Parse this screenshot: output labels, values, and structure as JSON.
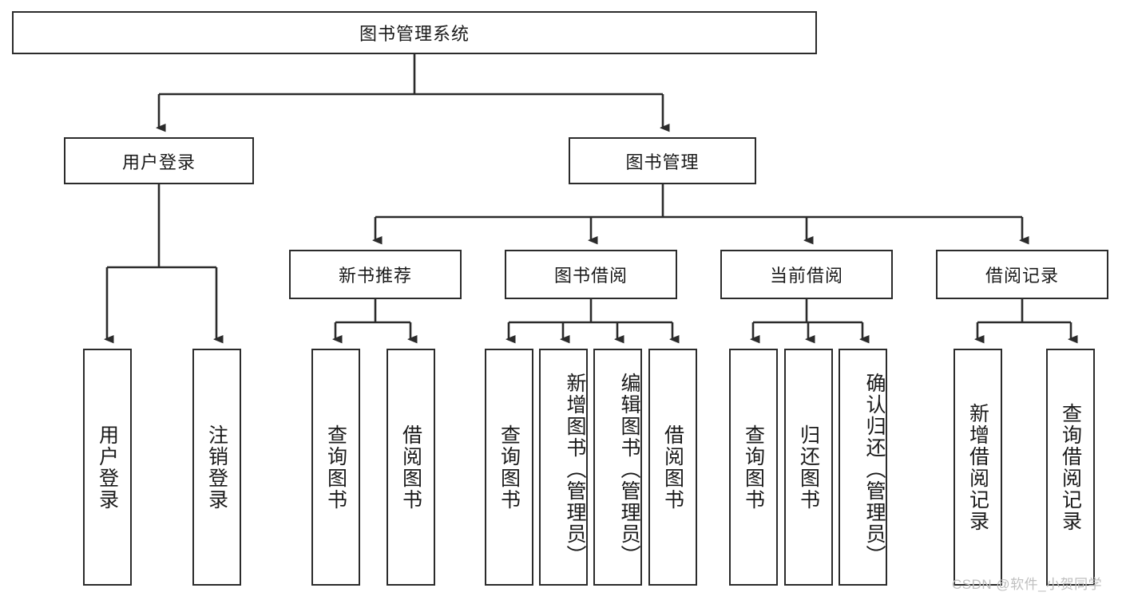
{
  "diagram": {
    "title": "图书管理系统",
    "type": "tree-hierarchy-diagram",
    "root": {
      "id": "root",
      "label": "图书管理系统"
    },
    "level2": [
      {
        "id": "user-login",
        "label": "用户登录"
      },
      {
        "id": "book-manage",
        "label": "图书管理"
      }
    ],
    "level3": [
      {
        "id": "new-book-recommend",
        "label": "新书推荐"
      },
      {
        "id": "book-borrow",
        "label": "图书借阅"
      },
      {
        "id": "current-borrow",
        "label": "当前借阅"
      },
      {
        "id": "borrow-record",
        "label": "借阅记录"
      }
    ],
    "leaves": [
      {
        "id": "leaf-user-login",
        "label": "用户登录"
      },
      {
        "id": "leaf-logout-login",
        "label": "注销登录"
      },
      {
        "id": "leaf-query-book-1",
        "label": "查询图书"
      },
      {
        "id": "leaf-borrow-book-1",
        "label": "借阅图书"
      },
      {
        "id": "leaf-query-book-2",
        "label": "查询图书"
      },
      {
        "id": "leaf-add-book",
        "label": "新增图书（管理员）"
      },
      {
        "id": "leaf-edit-book",
        "label": "编辑图书（管理员）"
      },
      {
        "id": "leaf-borrow-book-2",
        "label": "借阅图书"
      },
      {
        "id": "leaf-query-book-3",
        "label": "查询图书"
      },
      {
        "id": "leaf-return-book",
        "label": "归还图书"
      },
      {
        "id": "leaf-confirm-return",
        "label": "确认归还（管理员）"
      },
      {
        "id": "leaf-add-borrow-record",
        "label": "新增借阅记录"
      },
      {
        "id": "leaf-query-borrow-record",
        "label": "查询借阅记录"
      }
    ]
  },
  "watermark": {
    "text": "CSDN @软件_小贺同学"
  },
  "colors": {
    "stroke": "#2b2b2b",
    "background": "#ffffff",
    "text": "#1a1a1a",
    "watermark": "#bfbfbf"
  }
}
